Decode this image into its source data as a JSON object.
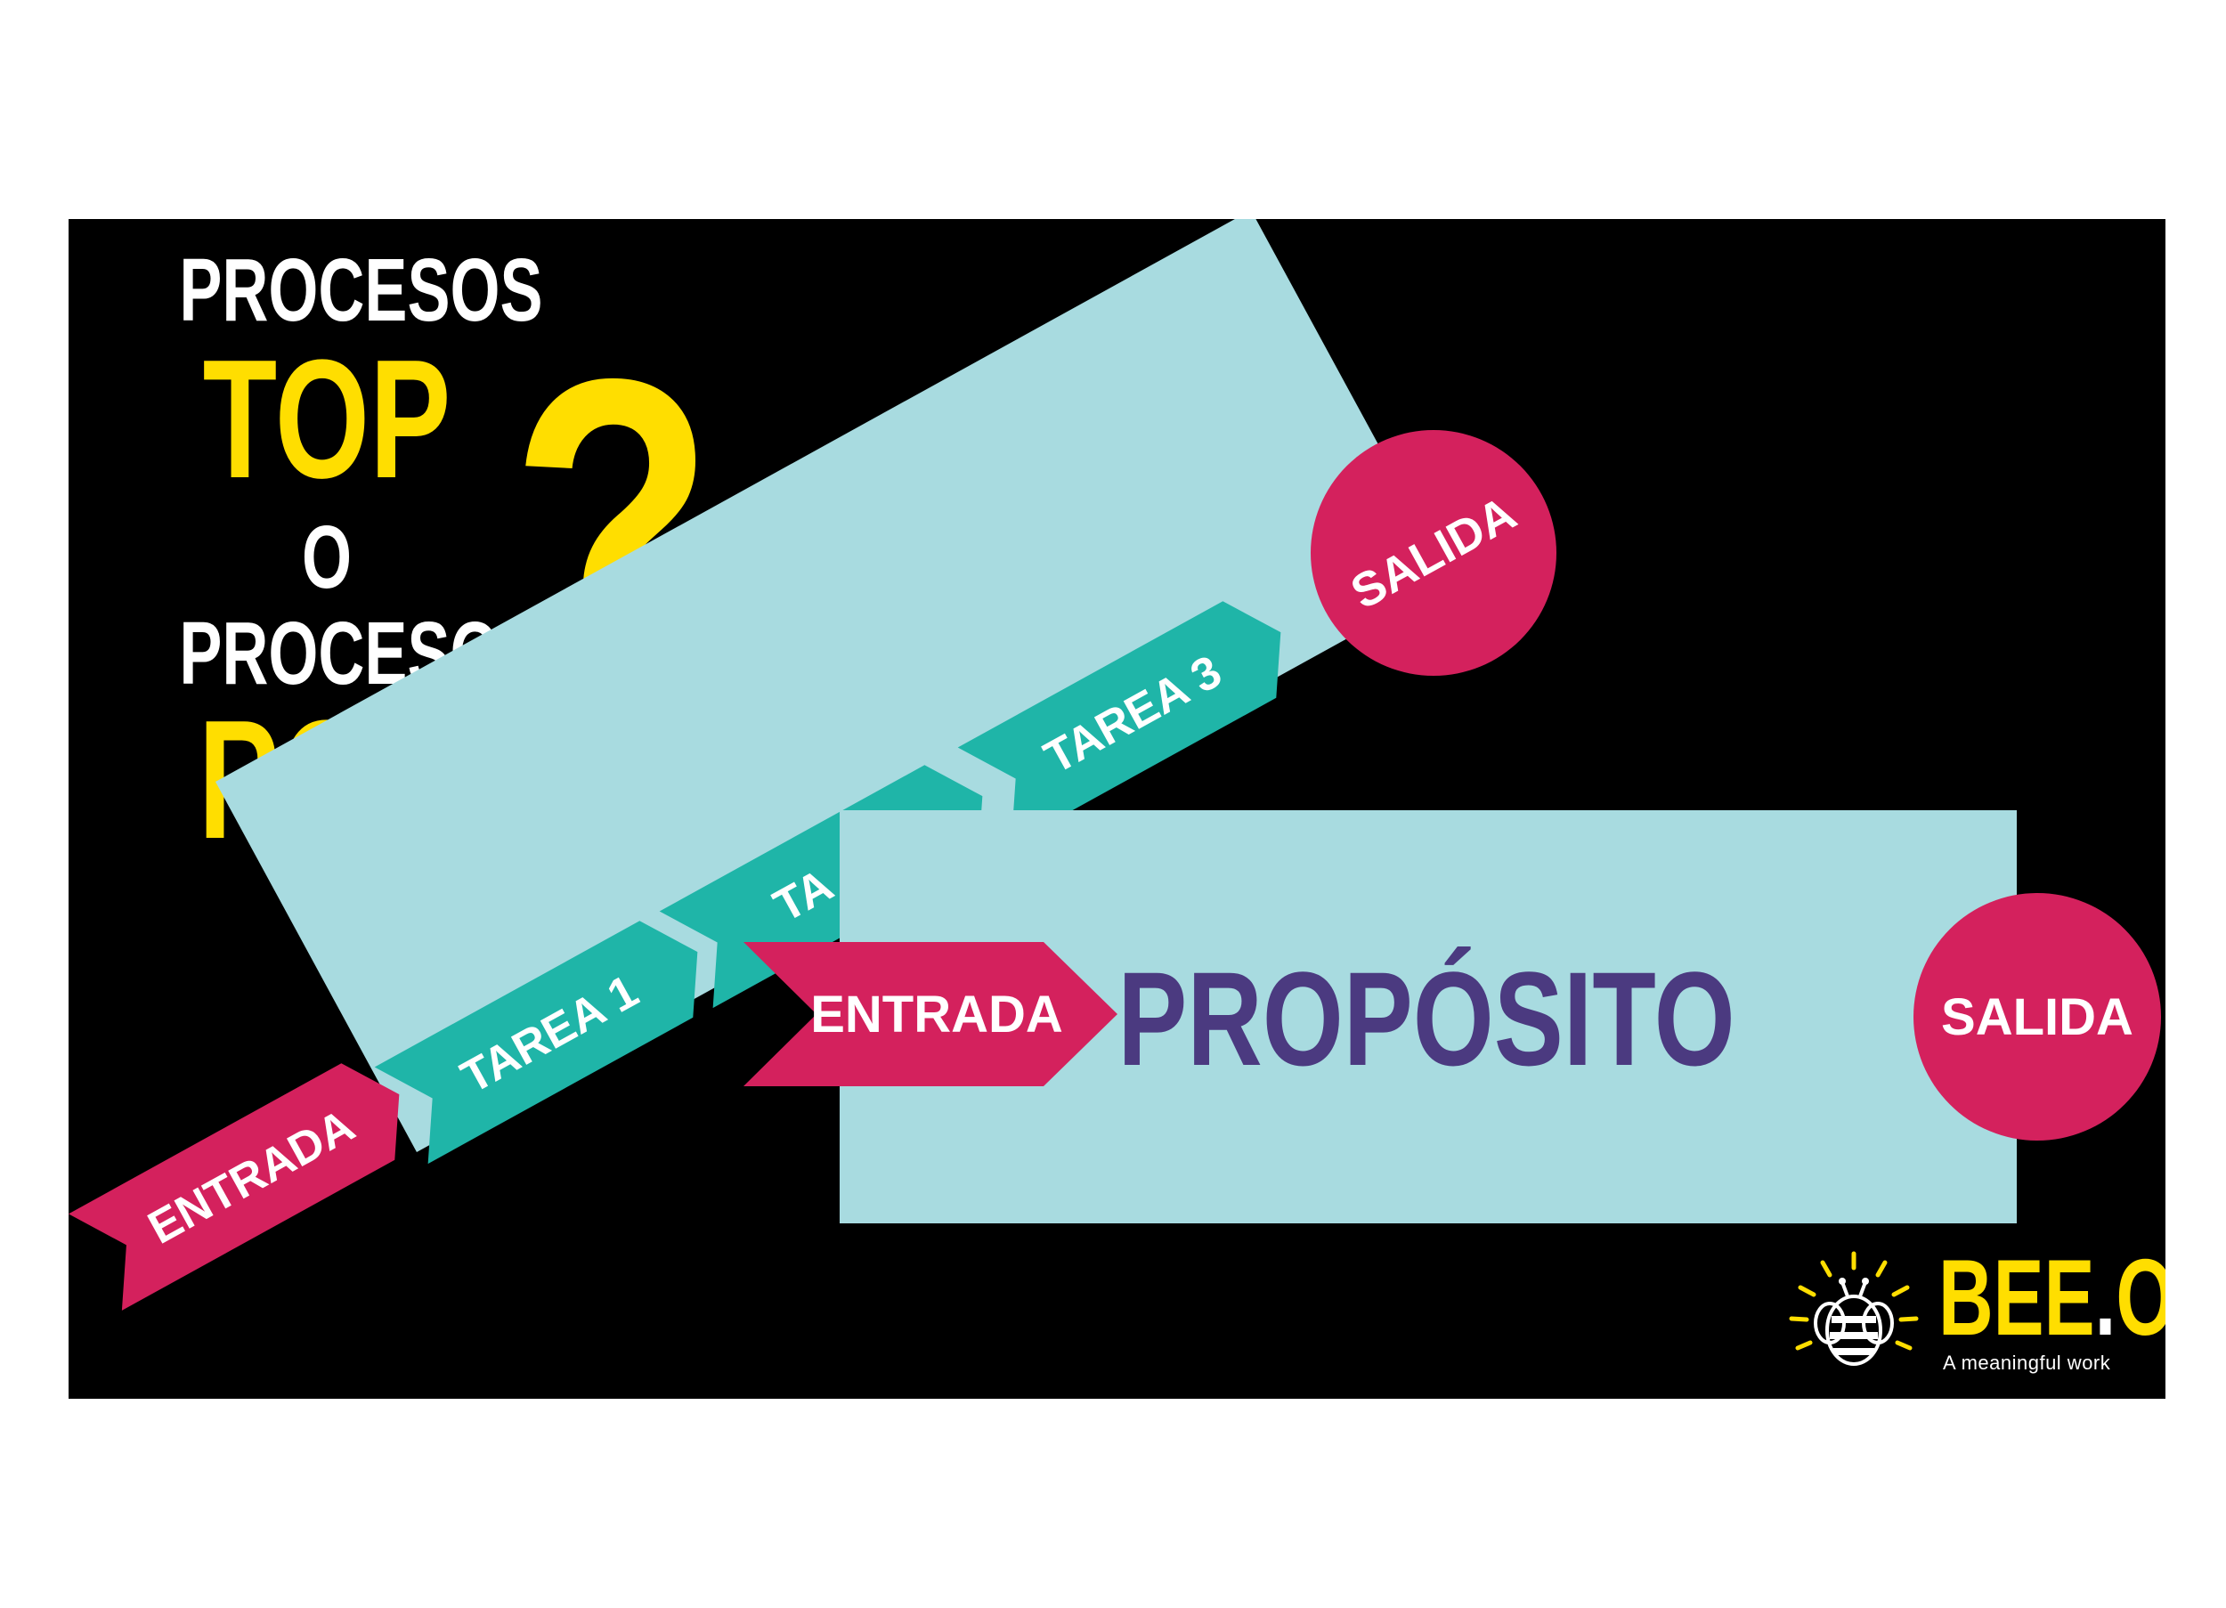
{
  "title": {
    "line1": "PROCESOS",
    "line2": "TOP",
    "line3": "O",
    "line4": "PROCESOS",
    "line5": "POP",
    "question_mark": "?"
  },
  "pipeline_tilted": {
    "entrada": "ENTRADA",
    "tarea1": "TAREA 1",
    "tarea2": "TA",
    "tarea3": "TAREA 3",
    "salida": "SALIDA"
  },
  "pipeline_purpose": {
    "entrada": "ENTRADA",
    "proposito": "PROPÓSITO",
    "salida": "SALIDA"
  },
  "logo": {
    "name_part1": "BEE",
    "name_dot": ".",
    "name_part2": "ON",
    "tagline": "A meaningful work"
  },
  "colors": {
    "background": "#000000",
    "yellow": "#ffde00",
    "light_blue": "#a8dbe0",
    "teal": "#1fb5a8",
    "magenta": "#d4215d",
    "purple": "#4b3a80"
  }
}
